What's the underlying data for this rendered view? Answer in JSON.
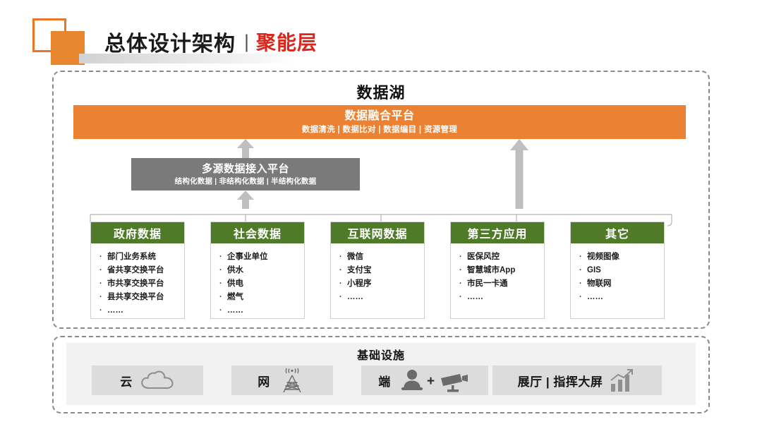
{
  "header": {
    "title_main": "总体设计架构",
    "separator": "|",
    "title_accent": "聚能层",
    "logo_icon": "orange-squares-logo"
  },
  "lake": {
    "title": "数据湖",
    "fusion_platform": {
      "title": "数据融合平台",
      "subtitle": "数据清洗 | 数据比对 | 数据编目 | 资源管理"
    },
    "access_platform": {
      "title": "多源数据接入平台",
      "subtitle": "结构化数据 | 非结构化数据 | 半结构化数据"
    },
    "sources": [
      {
        "title": "政府数据",
        "items": [
          "部门业务系统",
          "省共享交换平台",
          "市共享交换平台",
          "县共享交换平台",
          "……"
        ]
      },
      {
        "title": "社会数据",
        "items": [
          "企事业单位",
          "供水",
          "供电",
          "燃气",
          "……"
        ]
      },
      {
        "title": "互联网数据",
        "items": [
          "微信",
          "支付宝",
          "小程序",
          "……"
        ]
      },
      {
        "title": "第三方应用",
        "items": [
          "医保风控",
          "智慧城市App",
          "市民一卡通",
          "……"
        ]
      },
      {
        "title": "其它",
        "items": [
          "视频图像",
          "GIS",
          "物联网",
          "……"
        ]
      }
    ]
  },
  "infrastructure": {
    "title": "基础设施",
    "items": [
      {
        "label": "云",
        "icon": "cloud-icon"
      },
      {
        "label": "网",
        "icon": "antenna-tower-icon"
      },
      {
        "label": "端",
        "icon": "person-plus-camera-icon"
      },
      {
        "label": "展厅 | 指挥大屏",
        "icon": "bar-chart-icon"
      }
    ]
  },
  "colors": {
    "orange": "#EA8133",
    "green": "#4F7A28",
    "gray_bar": "#7A7A7A",
    "arrow_gray": "#BFBFBF",
    "accent_red": "#D9261C",
    "infra_bg": "#F2F2F2",
    "infra_chip": "#DCDCDC"
  }
}
